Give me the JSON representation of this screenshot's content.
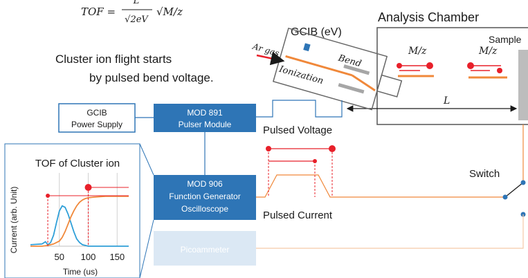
{
  "formula": {
    "lhs": "TOF =",
    "num": "L",
    "den": "√2eV",
    "root": "√M/z"
  },
  "caption": {
    "line1": "Cluster ion flight starts",
    "line2": "by pulsed bend voltage."
  },
  "gcib": {
    "title": "GCIB (eV)",
    "gas": "Ar gas",
    "ionization": "Ionization",
    "bend": "Bend"
  },
  "chamber": {
    "title": "Analysis Chamber",
    "sample": "Sample",
    "mz1": "M/z",
    "mz2": "M/z",
    "length": "L"
  },
  "boxes": {
    "power": {
      "line1": "GCIB",
      "line2": "Power Supply"
    },
    "mod891": {
      "line1": "MOD 891",
      "line2": "Pulser Module"
    },
    "mod906": {
      "line1": "MOD 906",
      "line2": "Function Generator",
      "line3": "Oscilloscope"
    },
    "picoammeter": "Picoammeter"
  },
  "labels": {
    "pulsed_voltage": "Pulsed Voltage",
    "pulsed_current": "Pulsed Current",
    "switch": "Switch"
  },
  "colors": {
    "accent": "#2e75b6",
    "orange": "#f0883a",
    "ion": "#e8202a",
    "pale": "#dbe8f4"
  },
  "chart_data": {
    "type": "line",
    "title": "TOF of Cluster ion",
    "xlabel": "Time (us)",
    "ylabel": "Current (arb. Unit)",
    "xlim": [
      0,
      170
    ],
    "ylim": [
      0,
      1
    ],
    "xticks": [
      "50",
      "100",
      "150"
    ],
    "series": [
      {
        "color": "#2e9fd8",
        "x": [
          0,
          20,
          26,
          30,
          35,
          40,
          45,
          50,
          55,
          60,
          65,
          70,
          75,
          80,
          85,
          90,
          95,
          100,
          170
        ],
        "y": [
          0.02,
          0.03,
          0.06,
          0.02,
          0.05,
          0.15,
          0.32,
          0.48,
          0.55,
          0.53,
          0.44,
          0.32,
          0.2,
          0.1,
          0.05,
          0.02,
          0.01,
          0.0,
          0.0
        ]
      },
      {
        "color": "#f0883a",
        "x": [
          0,
          20,
          30,
          40,
          50,
          55,
          60,
          65,
          70,
          75,
          80,
          85,
          90,
          95,
          100,
          110,
          130,
          170
        ],
        "y": [
          0.0,
          0.0,
          0.01,
          0.03,
          0.07,
          0.12,
          0.2,
          0.3,
          0.4,
          0.48,
          0.55,
          0.6,
          0.63,
          0.65,
          0.66,
          0.67,
          0.68,
          0.68
        ]
      }
    ]
  }
}
